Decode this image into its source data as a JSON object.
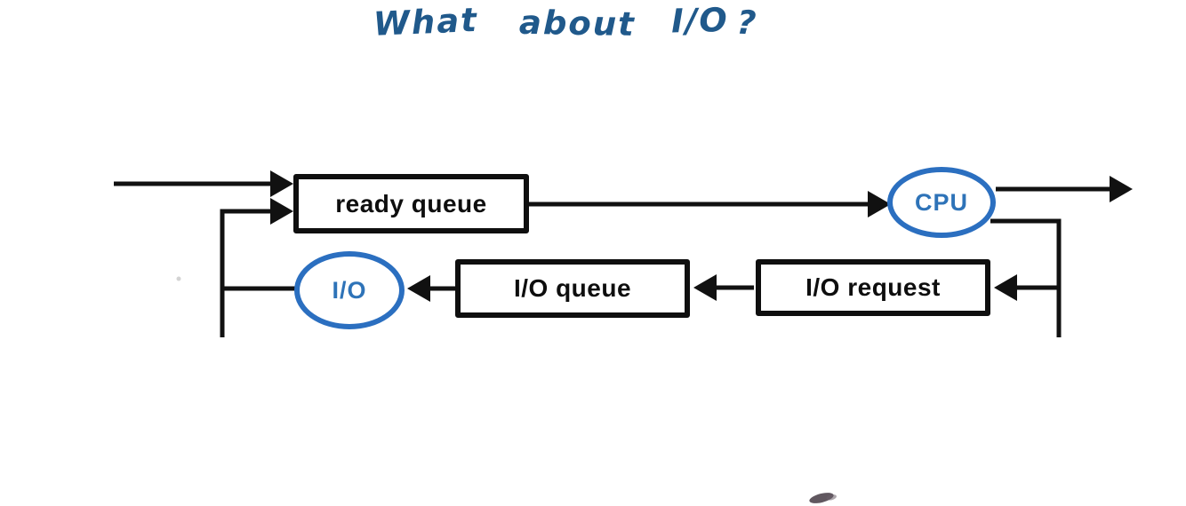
{
  "title": {
    "text": "What about I/O ?",
    "words": [
      "What",
      "about",
      "I/O",
      "?"
    ],
    "ink_color": "#20598b"
  },
  "nodes": {
    "ready_queue": {
      "label": "ready queue",
      "shape": "rect"
    },
    "cpu": {
      "label": "CPU",
      "shape": "ellipse"
    },
    "io_queue": {
      "label": "I/O queue",
      "shape": "rect"
    },
    "io_request": {
      "label": "I/O request",
      "shape": "rect"
    },
    "io": {
      "label": "I/O",
      "shape": "ellipse"
    }
  },
  "edges": [
    {
      "from": "entry",
      "to": "ready queue",
      "arrow": true
    },
    {
      "from": "I/O feedback",
      "to": "ready queue",
      "arrow": true
    },
    {
      "from": "ready queue",
      "to": "CPU",
      "arrow": true
    },
    {
      "from": "CPU",
      "to": "exit",
      "arrow": true
    },
    {
      "from": "CPU",
      "to": "I/O request",
      "arrow": true
    },
    {
      "from": "I/O request",
      "to": "I/O queue",
      "arrow": true
    },
    {
      "from": "I/O queue",
      "to": "I/O",
      "arrow": true
    },
    {
      "from": "I/O",
      "to": "feedback line",
      "arrow": false
    }
  ],
  "colors": {
    "line_ink": "#111111",
    "node_accent_blue": "#2b6fc0",
    "node_text_blue": "#2e73b8",
    "title_ink": "#20598b",
    "background": "#ffffff"
  }
}
